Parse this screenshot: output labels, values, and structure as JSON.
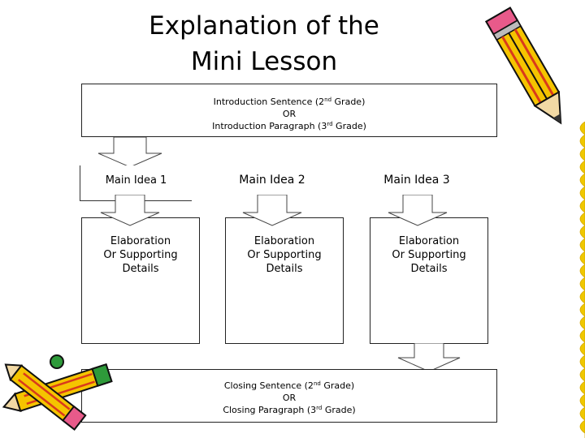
{
  "title": {
    "line1": "Explanation of the",
    "line2": "Mini Lesson"
  },
  "intro": {
    "line1_a": "Introduction Sentence (2",
    "line1_sup": "nd",
    "line1_b": " Grade)",
    "or": "OR",
    "line3_a": "Introduction Paragraph (3",
    "line3_sup": "rd",
    "line3_b": " Grade)"
  },
  "main_ideas": [
    {
      "label": "Main Idea 1",
      "elab": [
        "Elaboration",
        "Or Supporting",
        "Details"
      ]
    },
    {
      "label": "Main Idea 2",
      "elab": [
        "Elaboration",
        "Or Supporting",
        "Details"
      ]
    },
    {
      "label": "Main Idea 3",
      "elab": [
        "Elaboration",
        "Or Supporting",
        "Details"
      ]
    }
  ],
  "closing": {
    "line1_a": "Closing Sentence (2",
    "line1_sup": "nd",
    "line1_b": " Grade)",
    "or": "OR",
    "line3_a": "Closing Paragraph (3",
    "line3_sup": "rd",
    "line3_b": " Grade)"
  },
  "colors": {
    "pencil_body": "#f5c400",
    "pencil_stripe": "#d93a1c",
    "pencil_outline": "#111111",
    "scallop": "#f0c800",
    "eraser": "#e85a8a",
    "pencil_green": "#2e9a3a"
  }
}
